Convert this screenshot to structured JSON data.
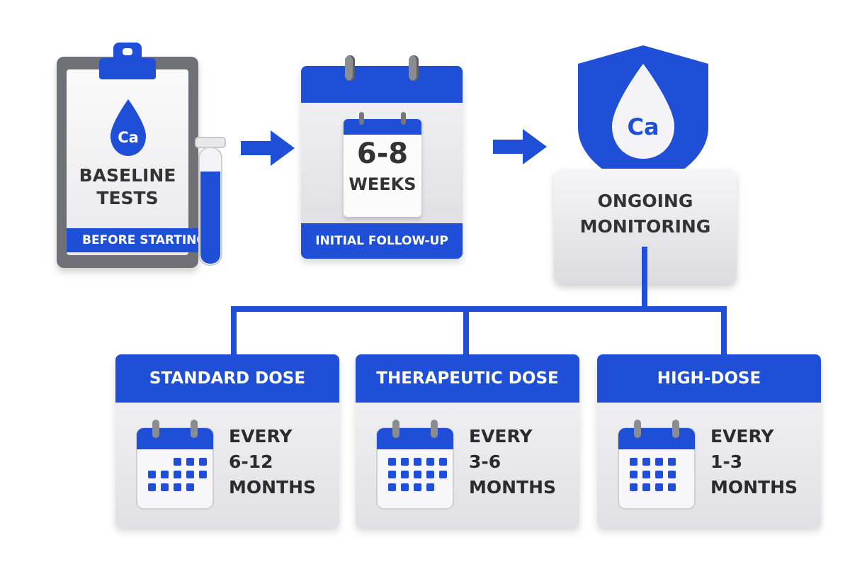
{
  "baseline": {
    "badge": "Ca",
    "title_line1": "BASELINE",
    "title_line2": "TESTS",
    "band": "BEFORE STARTING"
  },
  "followup": {
    "number": "6-8",
    "unit": "WEEKS",
    "band": "INITIAL FOLLOW-UP"
  },
  "monitoring": {
    "badge": "Ca",
    "title_line1": "ONGOING",
    "title_line2": "MONITORING"
  },
  "doses": [
    {
      "title": "STANDARD DOSE",
      "line1": "EVERY",
      "line2": "6-12",
      "line3": "MONTHS"
    },
    {
      "title": "THERAPEUTIC DOSE",
      "line1": "EVERY",
      "line2": "3-6",
      "line3": "MONTHS"
    },
    {
      "title": "HIGH-DOSE",
      "line1": "EVERY",
      "line2": "1-3",
      "line3": "MONTHS"
    }
  ],
  "colors": {
    "accent": "#1f4fd6",
    "text": "#2b2b2b",
    "panel": "#ececef"
  },
  "icons": [
    "clipboard-icon",
    "test-tube-icon",
    "calcium-drop-icon",
    "calendar-icon",
    "shield-icon",
    "arrow-right-icon"
  ]
}
